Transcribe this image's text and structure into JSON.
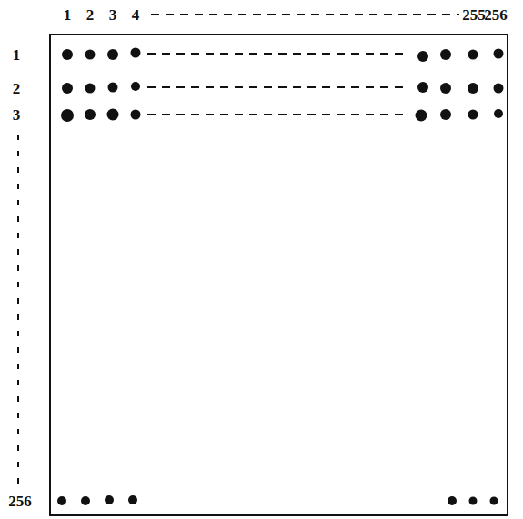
{
  "diagram": {
    "labels": [
      "1",
      "2",
      "3",
      "4",
      "255",
      "256",
      "1",
      "2",
      "3",
      "256"
    ]
  }
}
